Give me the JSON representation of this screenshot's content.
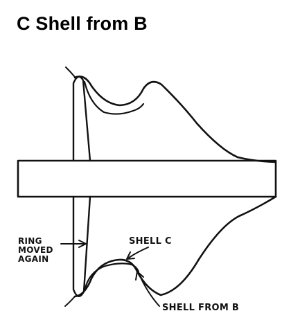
{
  "title": "C Shell from B",
  "labels": {
    "ring_line1": "RING",
    "ring_line2": "MOVED",
    "ring_line3": "AGAIN",
    "shell_c": "SHELL C",
    "shell_from_b": "SHELL FROM B"
  },
  "colors": {
    "ink": "#111111",
    "background": "#ffffff"
  }
}
